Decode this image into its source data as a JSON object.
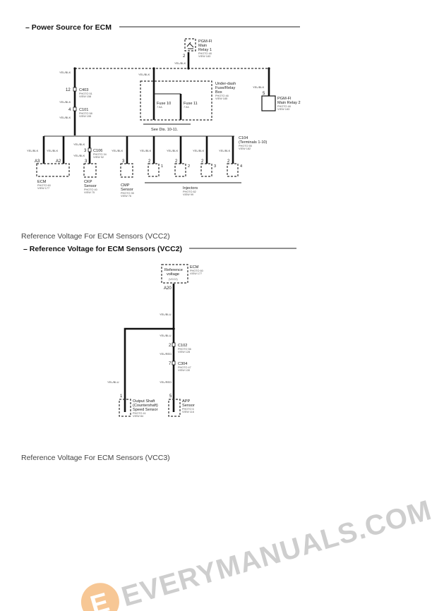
{
  "section1": {
    "title": "– Power Source for ECM",
    "relay1": {
      "l1": "PGM-FI",
      "l2": "Main",
      "l3": "Relay 1",
      "photo": "PHOTO 48",
      "view": "VIEW 183",
      "pin": "2"
    },
    "relay2": {
      "l1": "PGM-FI",
      "l2": "Main Relay 2",
      "photo": "PHOTO 48",
      "view": "VIEW 183",
      "pin": "5"
    },
    "wire": "YEL/BLK",
    "c403": {
      "name": "C403",
      "pin": "12",
      "photo": "PHOTO 51",
      "view": "VIEW 158"
    },
    "c101": {
      "name": "C101",
      "pin": "4",
      "photo": "PHOTO 58",
      "view": "VIEW 155"
    },
    "fusebox": {
      "l1": "Under-dash",
      "l2": "Fuse/Relay",
      "l3": "Box",
      "photo": "PHOTO 46",
      "view": "VIEW 185",
      "fuse10": "Fuse 10",
      "fuse10_rating": "7.5A",
      "fuse11": "Fuse 11",
      "fuse11_rating": "7.5A",
      "see": "See Dis. 10-11."
    },
    "c104": {
      "name": "C104",
      "terminals": "(Terminals 1-10)",
      "photo": "PHOTO 55",
      "view": "VIEW 182"
    },
    "ecm": {
      "name": "ECM",
      "photo": "PHOTO 60",
      "view": "VIEW 177",
      "pin_a3": "A3",
      "pin_a2": "A2"
    },
    "c106": {
      "name": "C106",
      "pin": "3",
      "photo": "PHOTO 34",
      "view": "VIEW 92"
    },
    "ckp": {
      "l1": "CKP",
      "l2": "Sensor",
      "photo": "PHOTO 40",
      "view": "VIEW 75",
      "pin": "3"
    },
    "cmp": {
      "l1": "CMP",
      "l2": "Sensor",
      "photo": "PHOTO 35",
      "view": "VIEW 76",
      "pin": "3"
    },
    "injectors": {
      "name": "Injectors",
      "photo": "PHOTO 82",
      "view": "VIEW 99",
      "pin": "2",
      "nums": [
        "1",
        "2",
        "3",
        "4"
      ]
    }
  },
  "caption_vcc2": "Reference Voltage For ECM Sensors (VCC2)",
  "section2": {
    "title": "– Reference Voltage for ECM Sensors (VCC2)",
    "ecm": {
      "l1": "Reference",
      "l2": "voltage",
      "l3": "(VCC2)",
      "name": "ECM",
      "photo": "PHOTO 60",
      "view": "VIEW 177",
      "pin": "A20"
    },
    "wire_blu": "YEL/BLU",
    "wire_red": "YEL/RED",
    "c102": {
      "name": "C102",
      "pin": "2",
      "photo": "PHOTO 56",
      "view": "VIEW 128"
    },
    "c304": {
      "name": "C304",
      "pin": "7",
      "photo": "PHOTO 47",
      "view": "VIEW 130"
    },
    "oss": {
      "l1": "Output Shaft",
      "l2": "(Countershaft)",
      "l3": "Speed Sensor",
      "photo": "PHOTO 41",
      "view": "VIEW 84",
      "pin": "1"
    },
    "app": {
      "l1": "APP",
      "l2": "Sensor",
      "photo": "PHOTO 6",
      "view": "VIEW 116",
      "pin": "5"
    }
  },
  "watermark": {
    "text": "EVERYMANUALS.COM",
    "logo_letter": "E",
    "logo_color": "#f5b97a"
  },
  "caption_vcc3": "Reference Voltage For ECM Sensors (VCC3)"
}
